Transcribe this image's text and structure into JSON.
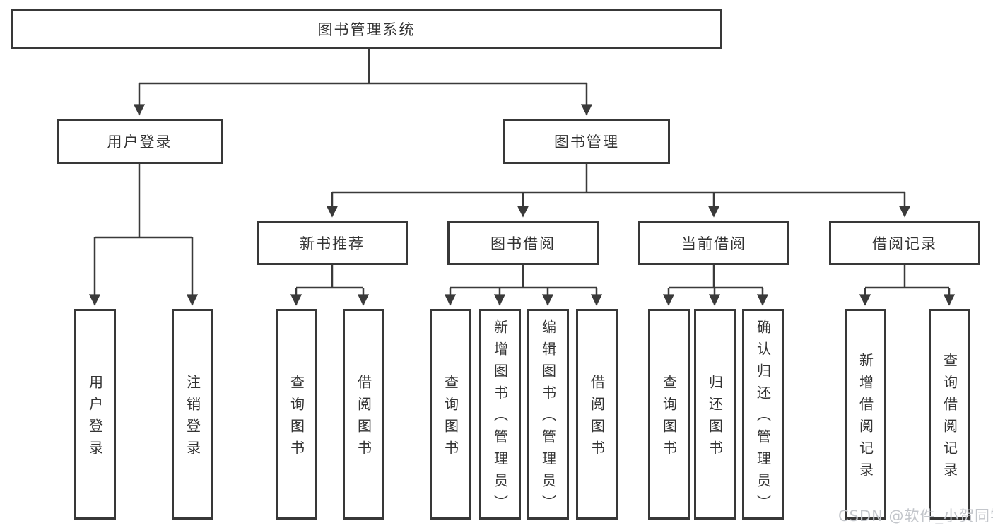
{
  "title": "图书管理系统",
  "colors": {
    "background": "#ffffff",
    "line": "#3a3a3a",
    "box_border": "#383838",
    "text": "#333333",
    "watermark": "#c3c6cb"
  },
  "watermark": {
    "text": "CSDN @软件_小贺同学"
  },
  "tree": {
    "label": "图书管理系统",
    "children": [
      {
        "label": "用户登录",
        "children": [
          {
            "label": "用户登录"
          },
          {
            "label": "注销登录"
          }
        ]
      },
      {
        "label": "图书管理",
        "children": [
          {
            "label": "新书推荐",
            "children": [
              {
                "label": "查询图书"
              },
              {
                "label": "借阅图书"
              }
            ]
          },
          {
            "label": "图书借阅",
            "children": [
              {
                "label": "查询图书"
              },
              {
                "label": "新增图书（管理员）"
              },
              {
                "label": "编辑图书（管理员）"
              },
              {
                "label": "借阅图书"
              }
            ]
          },
          {
            "label": "当前借阅",
            "children": [
              {
                "label": "查询图书"
              },
              {
                "label": "归还图书"
              },
              {
                "label": "确认归还（管理员）"
              }
            ]
          },
          {
            "label": "借阅记录",
            "children": [
              {
                "label": "新增借阅记录"
              },
              {
                "label": "查询借阅记录"
              }
            ]
          }
        ]
      }
    ]
  }
}
